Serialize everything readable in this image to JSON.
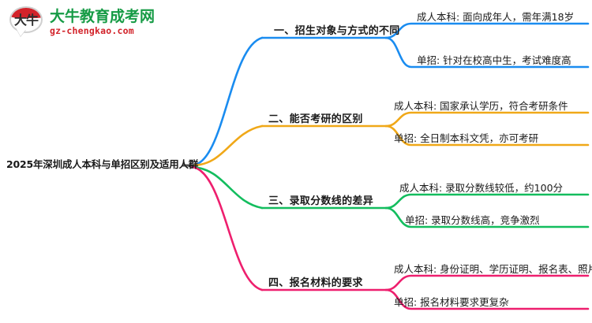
{
  "logo": {
    "mark_text": "大牛",
    "title": "大牛教育成考网",
    "subtitle": "gz-chengkao.com",
    "brand_green": "#169b45",
    "brand_red": "#d2232a"
  },
  "mindmap": {
    "root": "2025年深圳成人本科与单招区别及适用人群",
    "branches": [
      {
        "label": "一、招生对象与方式的不同",
        "color": "#1a8cf0",
        "leaves": [
          "成人本科: 面向成年人，需年满18岁",
          "单招: 针对在校高中生，考试难度高"
        ]
      },
      {
        "label": "二、能否考研的区别",
        "color": "#f0a818",
        "leaves": [
          "成人本科: 国家承认学历，符合考研条件",
          "单招: 全日制本科文凭，亦可考研"
        ]
      },
      {
        "label": "三、录取分数线的差异",
        "color": "#13bd5e",
        "leaves": [
          "成人本科: 录取分数线较低，约100分",
          "单招: 录取分数线高，竞争激烈"
        ]
      },
      {
        "label": "四、报名材料的要求",
        "color": "#ee1f6e",
        "leaves": [
          "成人本科: 身份证明、学历证明、报名表、照片",
          "单招: 报名材料要求更复杂"
        ]
      }
    ]
  }
}
